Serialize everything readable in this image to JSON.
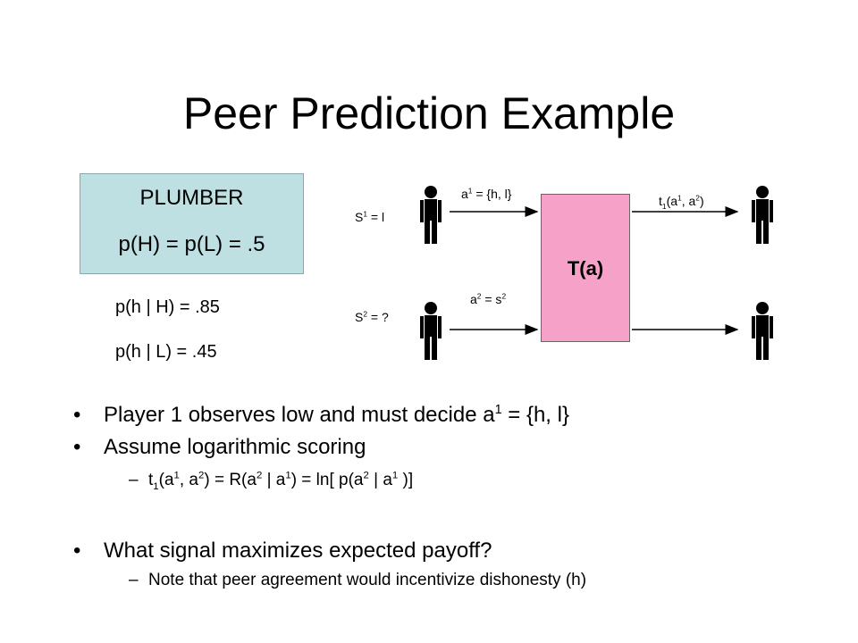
{
  "slide": {
    "title": "Peer Prediction Example",
    "plumber": {
      "name": "PLUMBER",
      "prior": "p(H) = p(L) = .5"
    },
    "cond1": "p(h | H) = .85",
    "cond2": "p(h | L) = .45",
    "diagram": {
      "s1": {
        "base": "S",
        "sup": "1",
        "rest": " = l"
      },
      "s2": {
        "base": "S",
        "sup": "2",
        "rest": " = ?"
      },
      "a1": {
        "base": "a",
        "sup": "1",
        "rest": " = {h, l}"
      },
      "a2": {
        "base": "a",
        "sup": "2",
        "mid": " = s",
        "sup2": "2"
      },
      "t1": {
        "base": "t",
        "sub": "1",
        "open": "(a",
        "sup1": "1",
        "mid": ", a",
        "sup2": "2",
        "close": ")"
      },
      "center_label": "T(a)"
    },
    "bullets": [
      {
        "pre": "Player 1 observes low and must decide a",
        "sup": "1",
        "post": " = {h, l}"
      },
      {
        "text": "Assume logarithmic scoring"
      },
      {
        "text": "What signal maximizes expected payoff?"
      }
    ],
    "subbullets": [
      {
        "t": "t",
        "t_sub": "1",
        "p1": "(a",
        "s1": "1",
        "p2": ", a",
        "s2": "2",
        "p3": ") = R(a",
        "s3": "2",
        "p4": " | a",
        "s4": "1",
        "p5": ") = ln[ p(a",
        "s5": "2",
        "p6": " | a",
        "s6": "1",
        "p7": " )]"
      },
      {
        "text": "Note that peer agreement would incentivize dishonesty (h)"
      }
    ],
    "bullet_glyph": "•",
    "dash_glyph": "–",
    "colors": {
      "plumber_box": "#bfe0e3",
      "ta_box": "#f6a1c8"
    },
    "icons": [
      "person-icon",
      "person-icon",
      "person-icon",
      "person-icon"
    ]
  }
}
